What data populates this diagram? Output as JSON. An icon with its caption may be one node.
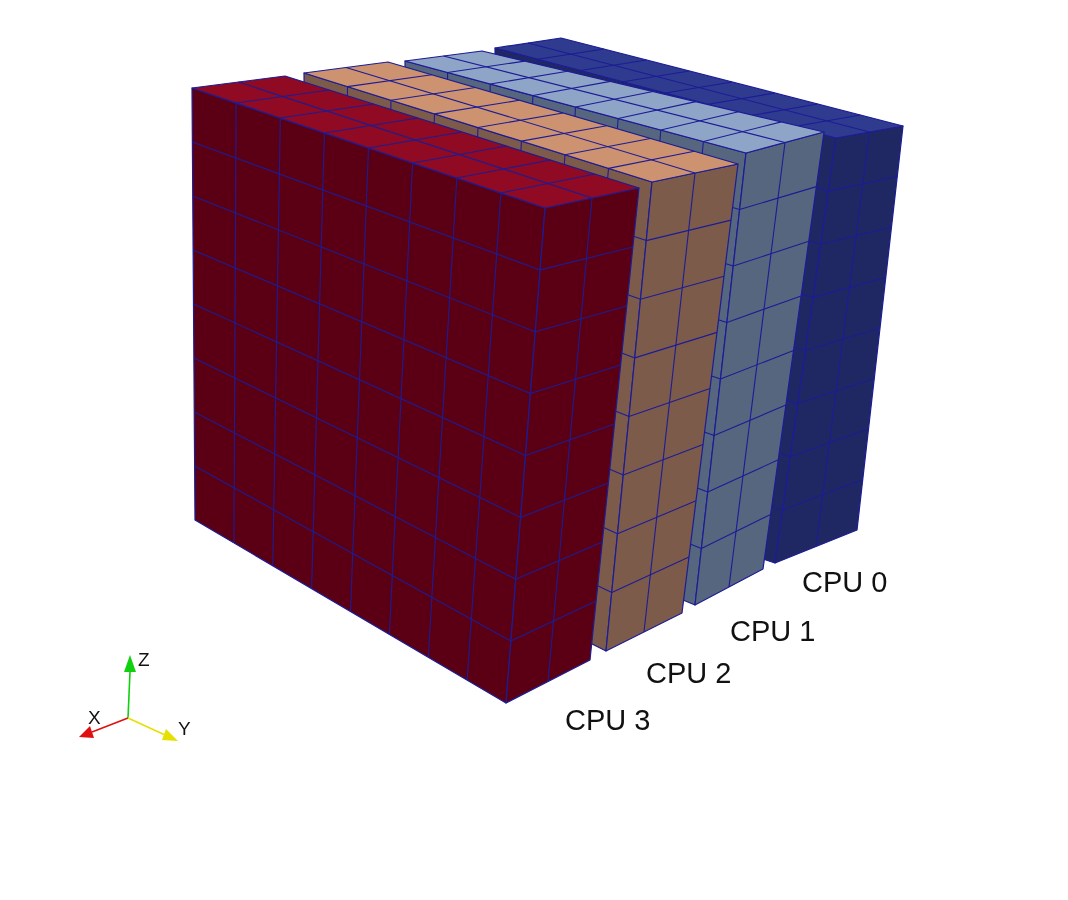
{
  "diagram": {
    "labels": [
      "CPU 0",
      "CPU 1",
      "CPU 2",
      "CPU 3",
      "Z",
      "X",
      "Y"
    ]
  }
}
